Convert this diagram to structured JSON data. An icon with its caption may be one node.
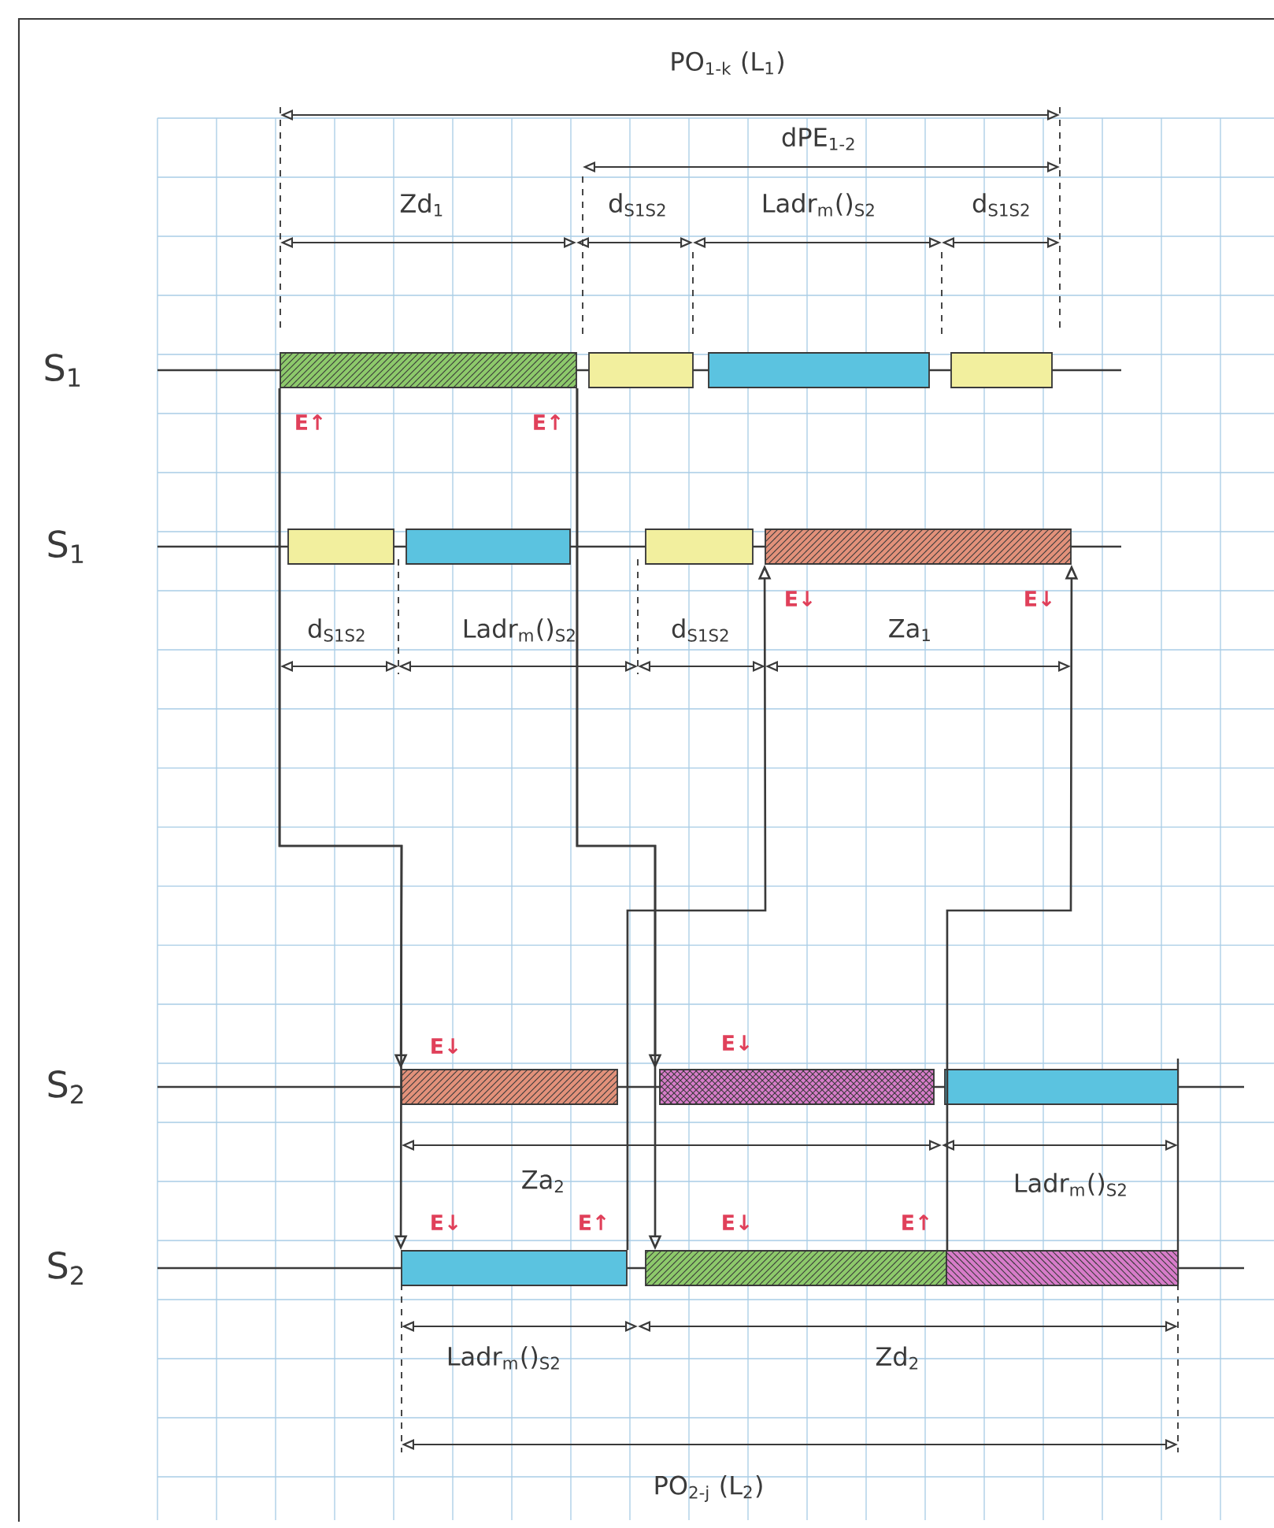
{
  "diagram": {
    "nodes": [
      {
        "text": [],
        "shape": "bar"
      },
      {
        "text": [],
        "shape": "bar"
      },
      {
        "text": [],
        "shape": "bar"
      },
      {
        "text": [],
        "shape": "bar"
      },
      {
        "text": [],
        "shape": "bar"
      },
      {
        "text": [],
        "shape": "bar"
      },
      {
        "text": [],
        "shape": "bar"
      },
      {
        "text": [],
        "shape": "bar"
      },
      {
        "text": [],
        "shape": "bar"
      },
      {
        "text": [],
        "shape": "bar"
      },
      {
        "text": [],
        "shape": "bar"
      },
      {
        "text": [],
        "shape": "bar"
      },
      {
        "text": [],
        "shape": "bar"
      },
      {
        "text": [],
        "shape": "bar"
      }
    ],
    "edges": [
      {
        "from": 0,
        "to": 8,
        "arrow": "to"
      },
      {
        "from": 0,
        "to": 11,
        "arrow": "to"
      },
      {
        "from": 0,
        "to": 9,
        "arrow": "to"
      },
      {
        "from": 0,
        "to": 12,
        "arrow": "to"
      },
      {
        "from": 11,
        "to": 7,
        "arrow": "to"
      },
      {
        "from": 12,
        "to": 7,
        "arrow": "to"
      }
    ],
    "labels": [
      "PO$_{1-k}$ (L$_{1}$)",
      "dPE$_{1-2}$",
      "Zd$_{1}$",
      "d$_{S1S2}$",
      "Ladr$_{m}$()$_{S2}$",
      "d$_{S1S2}$",
      "S$_{1}$",
      "E↑",
      "E↑",
      "S$_{1}$",
      "E↓",
      "E↓",
      "d$_{S1S2}$",
      "Ladr$_{m}$()$_{S2}$",
      "d$_{S1S2}$",
      "Za$_{1}$",
      "E↓",
      "E↓",
      "S$_{2}$",
      "Za$_{2}$",
      "Ladr$_{m}$()$_{S2}$",
      "E↓",
      "E↑",
      "E↓",
      "E↑",
      "S$_{2}$",
      "Ladr$_{m}$()$_{S2}$",
      "Zd$_{2}$",
      "PO$_{2-j}$ (L$_{2}$)"
    ]
  }
}
